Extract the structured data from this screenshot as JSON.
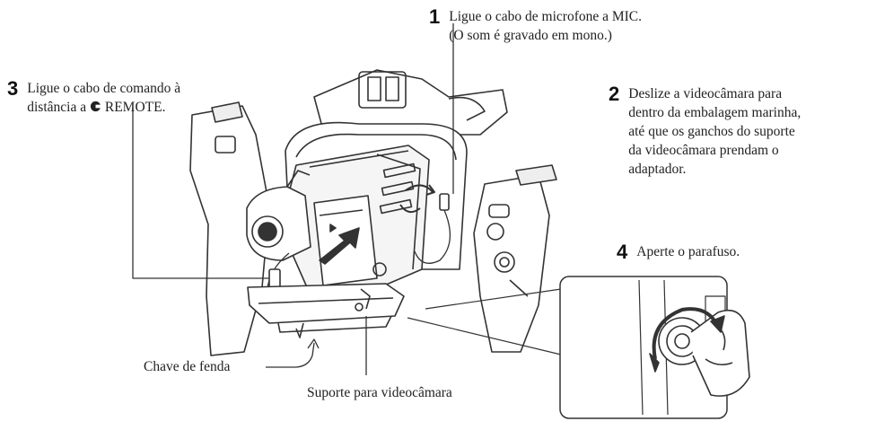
{
  "steps": [
    {
      "number": "1",
      "text": "Ligue o cabo de microfone a MIC.\n(O som é gravado em mono.)"
    },
    {
      "number": "2",
      "text": "Deslize a videocâmara para\ndentro da embalagem marinha,\naté que os ganchos do suporte\nda videocâmara prendam o\nadaptador."
    },
    {
      "number": "3",
      "line1": "Ligue o cabo de comando à",
      "line2_prefix": "distância a",
      "line2_suffix": "REMOTE."
    },
    {
      "number": "4",
      "text": "Aperte o parafuso."
    }
  ],
  "labels": {
    "screwdriver": "Chave de fenda",
    "holder": "Suporte para videocâmara"
  },
  "icons": {
    "remote": "remote-jack-icon"
  }
}
